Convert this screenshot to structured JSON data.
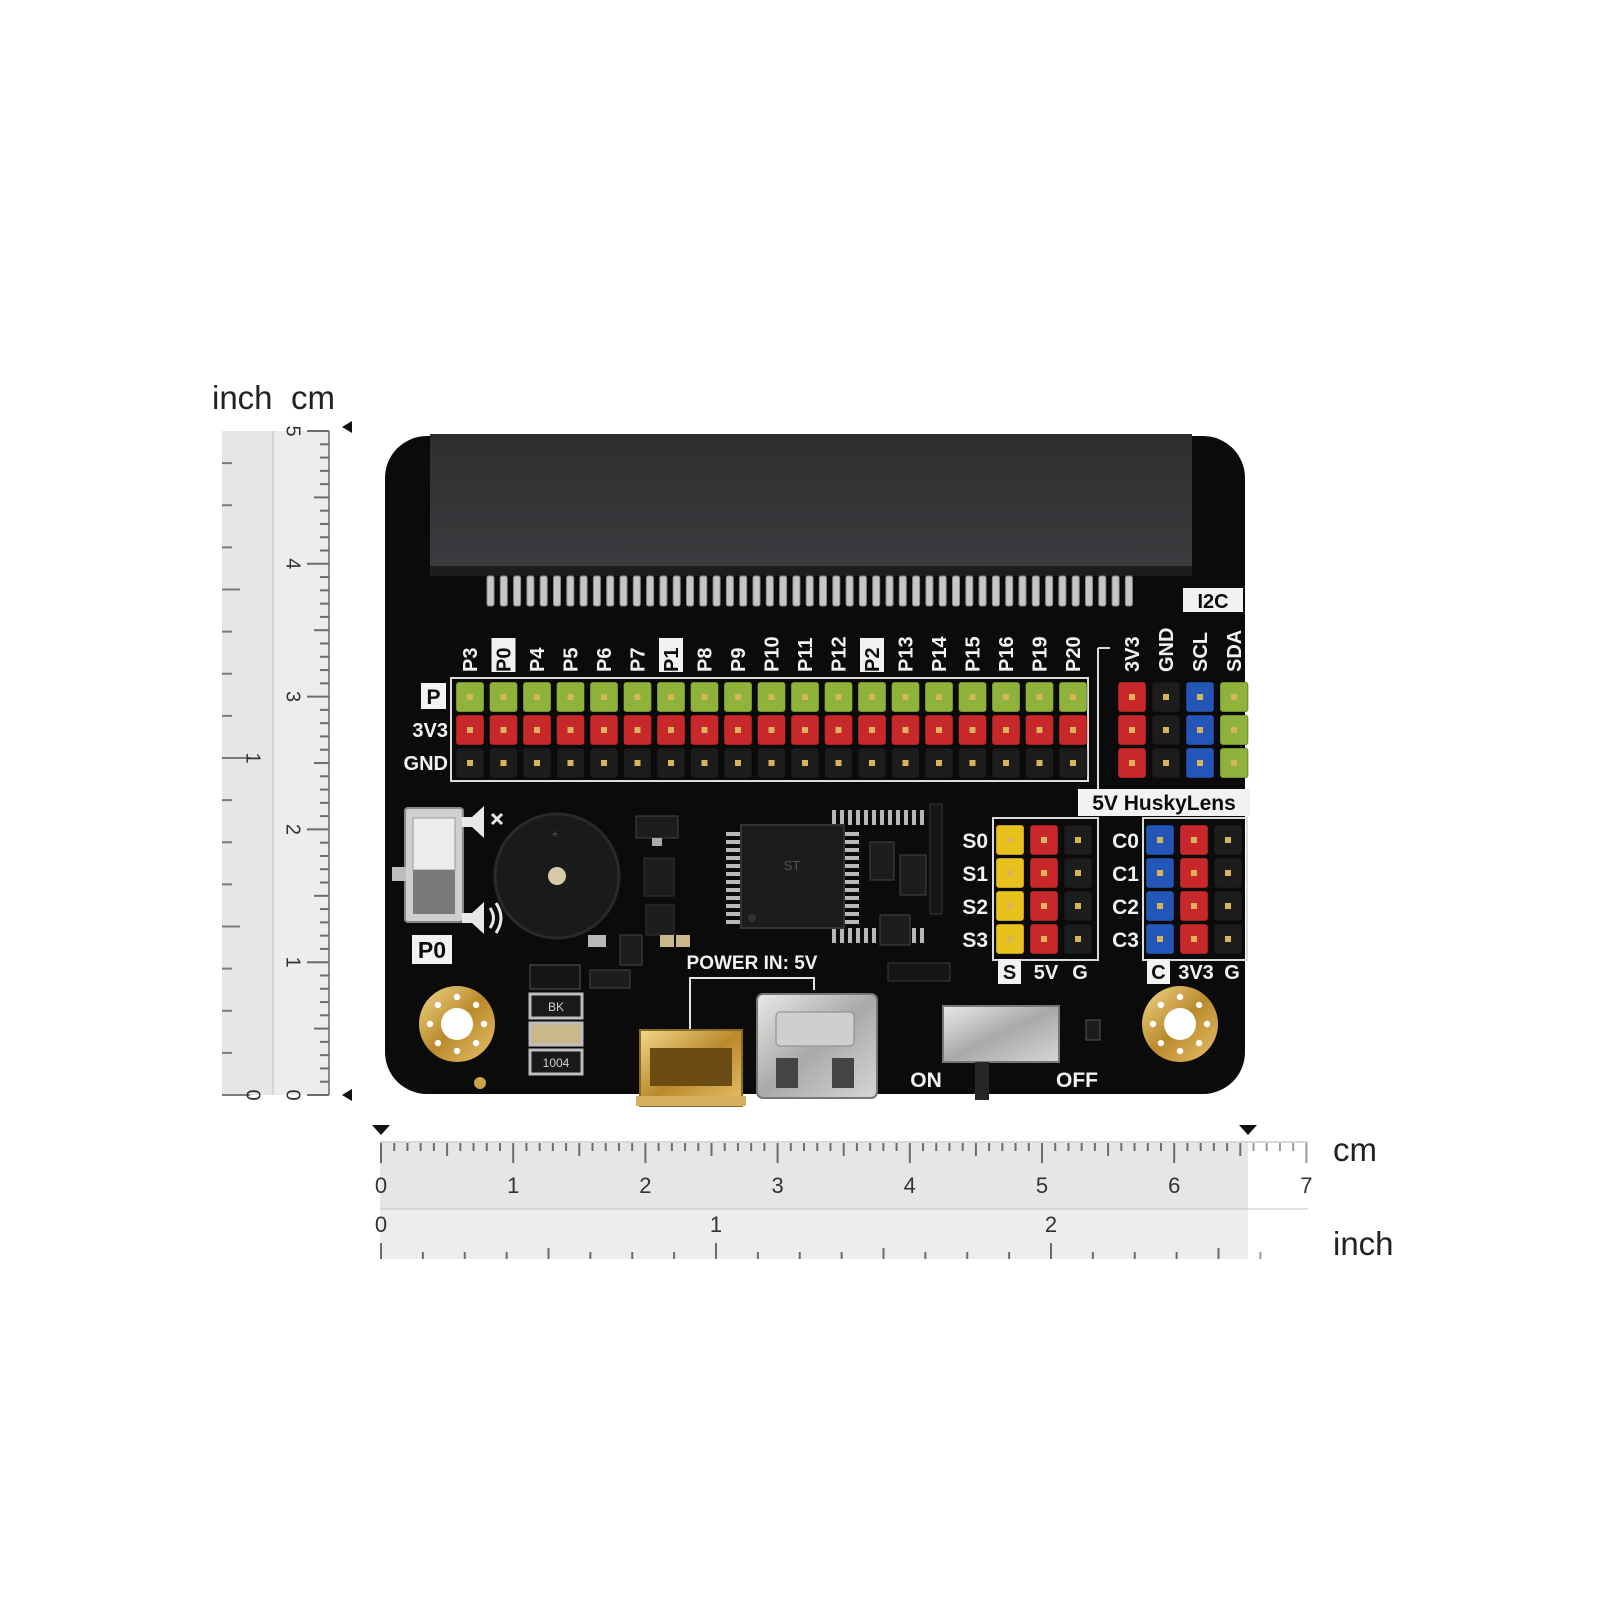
{
  "left_ruler": {
    "inch_unit": "inch",
    "cm_unit": "cm",
    "cm_labels": [
      "0",
      "1",
      "2",
      "3",
      "4",
      "5"
    ],
    "inch_labels": [
      "0",
      "1"
    ]
  },
  "bottom_ruler": {
    "cm_unit": "cm",
    "inch_unit": "inch",
    "cm_labels": [
      "0",
      "1",
      "2",
      "3",
      "4",
      "5",
      "6",
      "7"
    ],
    "inch_labels": [
      "0",
      "1",
      "2"
    ]
  },
  "board": {
    "pin_labels": [
      "P3",
      "P0",
      "P4",
      "P5",
      "P6",
      "P7",
      "P1",
      "P8",
      "P9",
      "P10",
      "P11",
      "P12",
      "P2",
      "P13",
      "P14",
      "P15",
      "P16",
      "P19",
      "P20"
    ],
    "row_labels": [
      "P",
      "3V3",
      "GND"
    ],
    "i2c_title": "I2C",
    "i2c_labels": [
      "3V3",
      "GND",
      "SCL",
      "SDA"
    ],
    "huskylens_label": "5V HuskyLens",
    "servo_labels": [
      "S0",
      "S1",
      "S2",
      "S3"
    ],
    "servo_footer": [
      "S",
      "5V",
      "G"
    ],
    "i2c_ch_labels": [
      "C0",
      "C1",
      "C2",
      "C3"
    ],
    "i2c_ch_footer": [
      "C",
      "3V3",
      "G"
    ],
    "p0_label": "P0",
    "power_label": "POWER IN: 5V",
    "switch_on": "ON",
    "switch_off": "OFF",
    "comp_bk": "BK",
    "comp_1004": "1004",
    "colors": {
      "pcb": "#0b0b0b",
      "signal_pin": "#8fb23a",
      "power_pin": "#c8282a",
      "ground_pin": "#1c1c1c",
      "scl_pin": "#2456b8",
      "servo_pin": "#e8c21c",
      "gold": "#c9a24a",
      "silk": "#f2f2f2"
    }
  }
}
